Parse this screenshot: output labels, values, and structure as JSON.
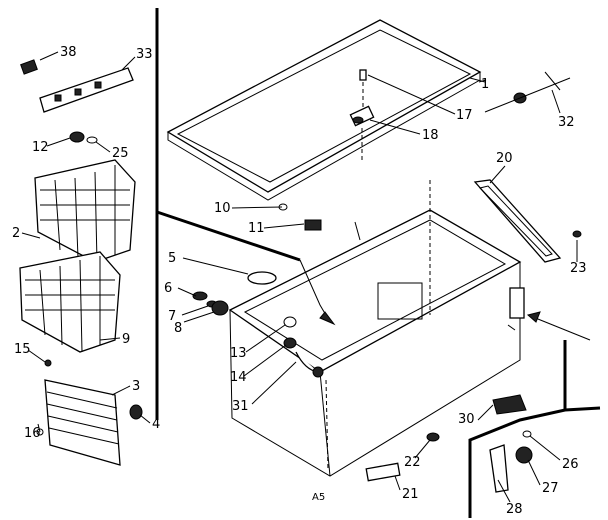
{
  "callouts": [
    {
      "id": "1",
      "text": "1"
    },
    {
      "id": "2",
      "text": "2"
    },
    {
      "id": "3",
      "text": "3"
    },
    {
      "id": "4",
      "text": "4"
    },
    {
      "id": "5",
      "text": "5"
    },
    {
      "id": "6",
      "text": "6"
    },
    {
      "id": "7",
      "text": "7"
    },
    {
      "id": "8",
      "text": "8"
    },
    {
      "id": "9",
      "text": "9"
    },
    {
      "id": "10",
      "text": "10"
    },
    {
      "id": "11",
      "text": "11"
    },
    {
      "id": "12",
      "text": "12"
    },
    {
      "id": "13",
      "text": "13"
    },
    {
      "id": "14",
      "text": "14"
    },
    {
      "id": "15",
      "text": "15"
    },
    {
      "id": "16",
      "text": "16"
    },
    {
      "id": "17",
      "text": "17"
    },
    {
      "id": "18",
      "text": "18"
    },
    {
      "id": "20",
      "text": "20"
    },
    {
      "id": "21",
      "text": "21"
    },
    {
      "id": "22",
      "text": "22"
    },
    {
      "id": "23",
      "text": "23"
    },
    {
      "id": "25",
      "text": "25"
    },
    {
      "id": "26",
      "text": "26"
    },
    {
      "id": "27",
      "text": "27"
    },
    {
      "id": "28",
      "text": "28"
    },
    {
      "id": "30",
      "text": "30"
    },
    {
      "id": "31",
      "text": "31"
    },
    {
      "id": "32",
      "text": "32"
    },
    {
      "id": "33",
      "text": "33"
    },
    {
      "id": "38",
      "text": "38"
    }
  ],
  "footer_mark": "A5"
}
